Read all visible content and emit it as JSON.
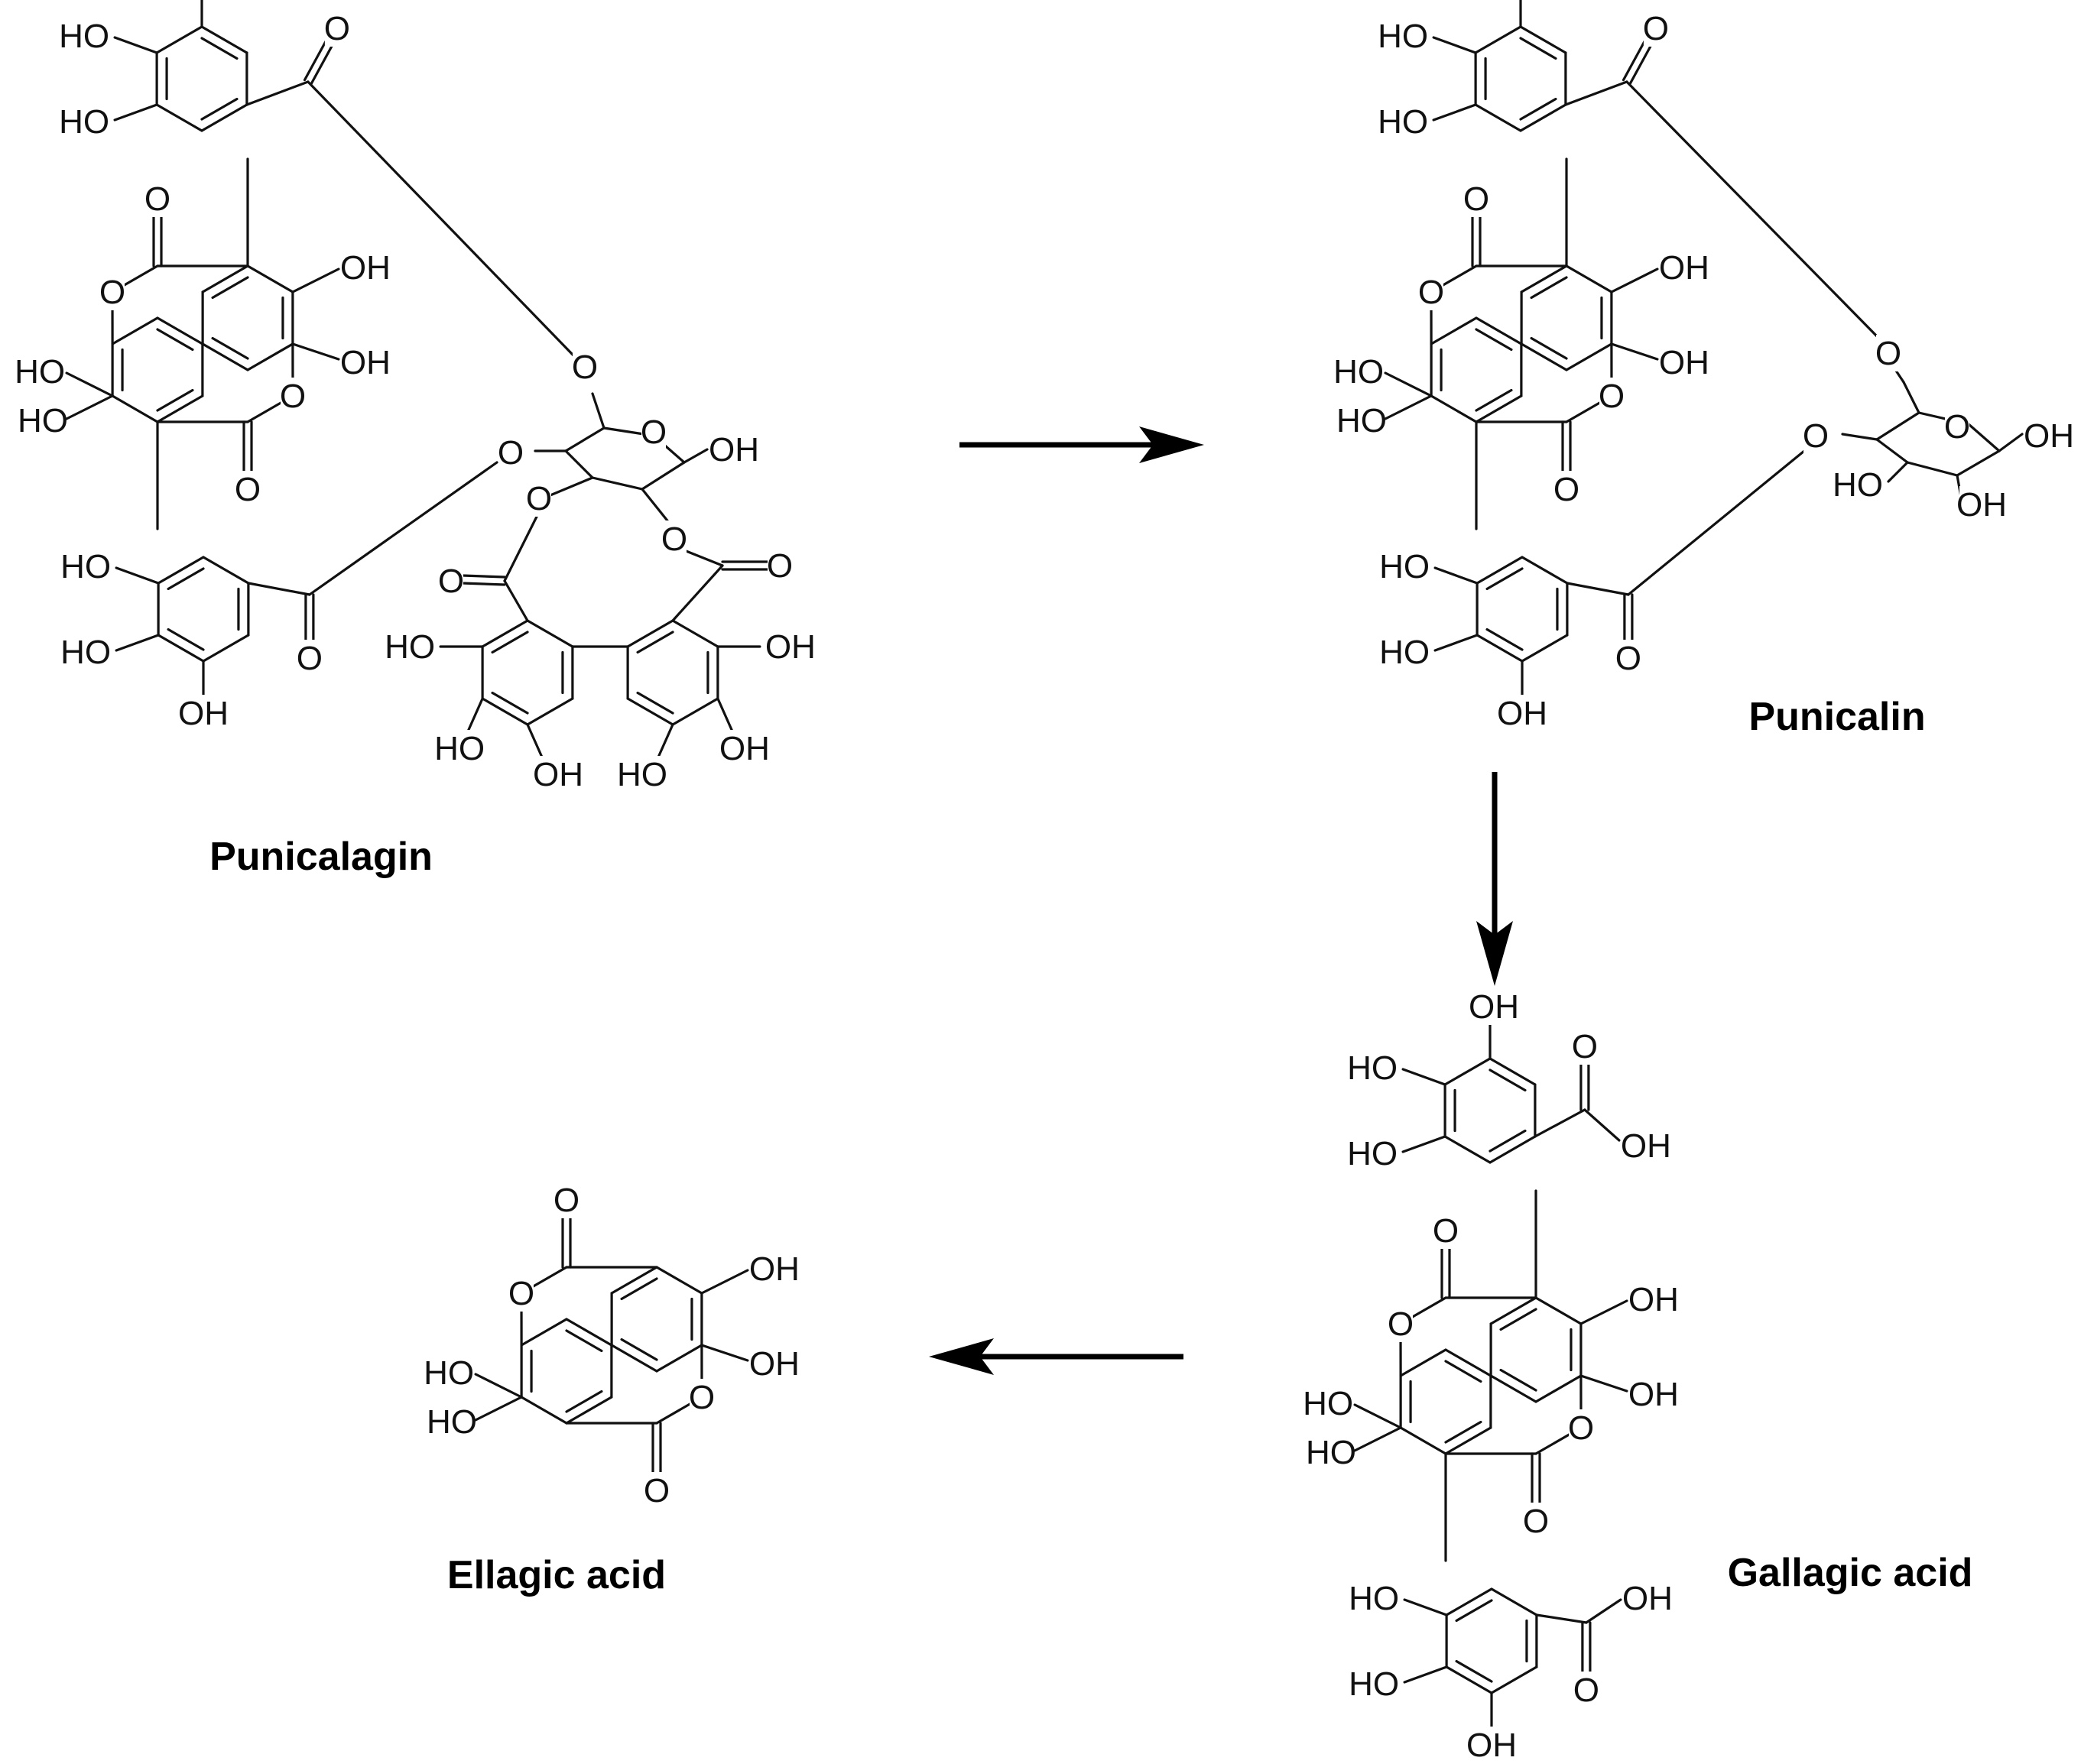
{
  "compounds": {
    "punicalagin": {
      "name": "Punicalagin"
    },
    "punicalin": {
      "name": "Punicalin"
    },
    "gallagic": {
      "name": "Gallagic acid"
    },
    "ellagic": {
      "name": "Ellagic acid"
    }
  },
  "atom_labels": {
    "oh": "OH",
    "ho": "HO",
    "o": "O"
  },
  "colors": {
    "ink": "#111111",
    "background": "#ffffff"
  }
}
